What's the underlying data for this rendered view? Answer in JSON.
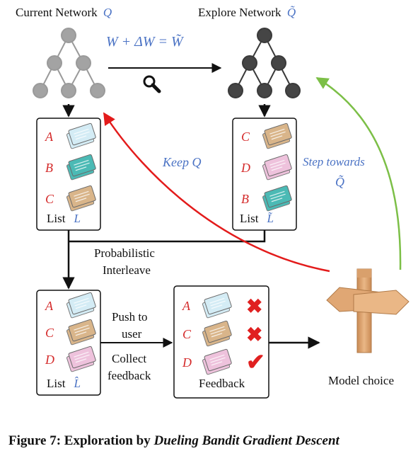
{
  "current_network": {
    "title": "Current Network",
    "symbol": "Q"
  },
  "explore_network": {
    "title": "Explore Network",
    "symbol": "Q̃"
  },
  "update_equation": "W + ΔW = W̃",
  "current_list": {
    "label": "List",
    "symbol": "L",
    "items": [
      {
        "letter": "A",
        "color": "#d4ecf5"
      },
      {
        "letter": "B",
        "color": "#4bbab5"
      },
      {
        "letter": "C",
        "color": "#d9b58a"
      }
    ]
  },
  "explore_list": {
    "label": "List",
    "symbol": "L̃",
    "items": [
      {
        "letter": "C",
        "color": "#d9b58a"
      },
      {
        "letter": "D",
        "color": "#eec2dc"
      },
      {
        "letter": "B",
        "color": "#4bbab5"
      }
    ]
  },
  "keep_label": "Keep Q",
  "step_label": {
    "line1": "Step towards",
    "line2": "Q̃"
  },
  "interleave_label": {
    "line1": "Probabilistic",
    "line2": "Interleave"
  },
  "interleaved_list": {
    "label": "List",
    "symbol": "L̂",
    "items": [
      {
        "letter": "A",
        "color": "#d4ecf5"
      },
      {
        "letter": "C",
        "color": "#d9b58a"
      },
      {
        "letter": "D",
        "color": "#eec2dc"
      }
    ]
  },
  "push_label": {
    "line1": "Push to",
    "line2": "user"
  },
  "collect_label": {
    "line1": "Collect",
    "line2": "feedback"
  },
  "feedback": {
    "label": "Feedback",
    "items": [
      {
        "letter": "A",
        "color": "#d4ecf5",
        "mark": "✖"
      },
      {
        "letter": "C",
        "color": "#d9b58a",
        "mark": "✖"
      },
      {
        "letter": "D",
        "color": "#eec2dc",
        "mark": "✔"
      }
    ]
  },
  "model_choice_label": "Model choice",
  "caption": {
    "prefix": "Figure 7: Exploration by ",
    "emphasis": "Dueling Bandit Gradient Descent"
  },
  "colors": {
    "current_node": "#a3a3a3",
    "explore_node": "#454545",
    "blue_text": "#4a72c4",
    "red_letter": "#d42a2a",
    "red_arrow": "#e31b1b",
    "green_arrow": "#7cbf47"
  }
}
